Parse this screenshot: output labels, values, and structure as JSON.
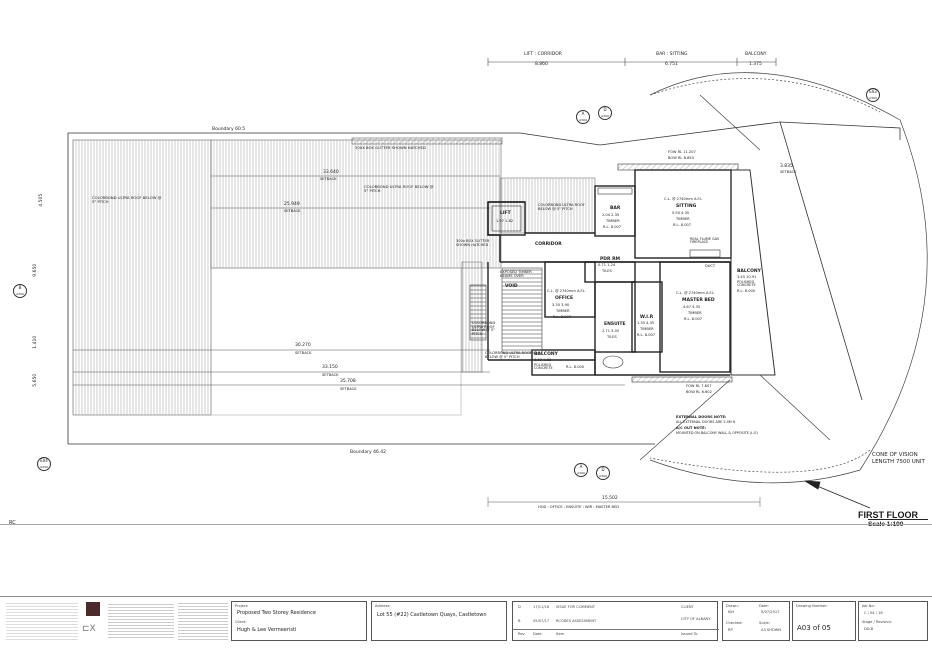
{
  "dims_top": {
    "lift_corridor_label": "LIFT : CORRIDOR",
    "lift_corridor_value": "8.860",
    "bar_sitting_label": "BAR : SITTING",
    "bar_sitting_value": "6.751",
    "balcony_label": "BALCONY",
    "balcony_value": "1.375"
  },
  "roof": {
    "boundary_top": "Boundary 60.5",
    "gutter_note_1": "300X BOX GUTTER SHOWN HATCHED",
    "colorbond_roof_1": "COLORBOND ULTRA ROOF BELOW @ 5° PITCH",
    "colorbond_roof_2": "COLORBOND ULTRA ROOF BELOW @ 5° PITCH",
    "colorbond_roof_3": "COLORBOND ULTRA ROOF BELOW @ 5° PITCH",
    "colorbond_roof_4": "COLORBOND ULTRA ROOF BELOW @ 5° PITCH",
    "gutter_note_2": "300x BOX GUTTER SHOWN HATCHED",
    "timber_beam": "EXPOSED TIMBER BEAMS OVER",
    "colorbond_roof_5": "COLORBOND ULTRA ROOF BELOW @ 5° PITCH",
    "boundary_bottom": "Boundary 46.42"
  },
  "setbacks": {
    "s1_value": "33.640",
    "s1_label": "SETBACK",
    "s2_value": "25.949",
    "s2_label": "SETBACK",
    "s3_value": "30.270",
    "s3_label": "SETBACK",
    "s4_value": "33.150",
    "s4_label": "SETBACK",
    "s5_value": "35.708",
    "s5_label": "SETBACK",
    "right_value": "3.835",
    "right_label": "SETBACK",
    "bottom_dim_value": "15.502",
    "bottom_dim_label": "HOD : OFFICE : ENSUITE : WIR : MASTER BED",
    "left_1": "4.505",
    "left_2": "9.650",
    "left_3": "1.410",
    "left_4": "5.650"
  },
  "rooms": {
    "lift": {
      "name": "LIFT",
      "dims": "1.97   1.82"
    },
    "corridor": {
      "name": "CORRIDOR"
    },
    "void": {
      "name": "VOID"
    },
    "bar": {
      "name": "BAR",
      "dims": "2.04   2.35",
      "material": "TIMBER",
      "level": "R.L. 8.007"
    },
    "sitting": {
      "name": "SITTING",
      "ceiling": "C.L. @ 2740mm A.F.L",
      "dims": "5.50   4.35",
      "material": "TIMBER",
      "level": "R.L. 8.007"
    },
    "pdr": {
      "name": "PDR RM",
      "dims": "0.71   1.24",
      "material": "TILES"
    },
    "office": {
      "name": "OFFICE",
      "ceiling": "C.L. @ 2740mm A.F.L",
      "dims": "3.30   3.90",
      "material": "TIMBER",
      "level": "R.L. 8.007"
    },
    "ensuite": {
      "name": "ENSUITE",
      "dims": "2.71   3.05",
      "material": "TILES"
    },
    "wir": {
      "name": "W.I.R",
      "dims": "1.35   4.35",
      "material": "TIMBER",
      "level": "R.L. 8.007"
    },
    "master_bed": {
      "name": "MASTER BED",
      "ceiling": "C.L. @ 2740mm A.F.L",
      "dims": "4.67   4.35",
      "material": "TIMBER",
      "level": "R.L. 8.007"
    },
    "balcony_front": {
      "name": "BALCONY",
      "dims": "3.62   1.83",
      "material": "POLISHED CONCRETE",
      "level": "R.L. 8.000"
    },
    "balcony_right": {
      "name": "BALCONY",
      "dims": "3.45   10.91",
      "material": "POLISHED CONCRETE",
      "level": "R.L. 8.000"
    }
  },
  "notes": {
    "fow_top": "FOW RL 11.207",
    "bow_top": "BOW RL 8.650",
    "fow_bottom": "FOW RL 7.807",
    "bow_bottom": "BOW RL 6.602",
    "flue": "REAL FLUME GAS FIREPLACE",
    "duct": "DUCT",
    "external_doors_title": "EXTERNAL DOORS NOTE:",
    "external_doors_body": "ALL EXTERNAL DOORS ARE 2.4M H",
    "ac_units_title": "A/C OUT NOTE:",
    "ac_units_body": "MOUNTED ON BALCONY WALL & OPPOSITE (L-E)"
  },
  "view_lines": {
    "cone_label": "CONE OF VISION",
    "cone_length": "LENGTH 7500 UNIT"
  },
  "section_tags": {
    "a_top": "A",
    "a_top_ref": "A300",
    "d_top": "D",
    "d_top_ref": "A300",
    "e_top": "E03",
    "e_top_ref": "A300",
    "b_left": "B",
    "b_left_ref": "A300",
    "e_bottom": "E04",
    "e_bottom_ref": "A300",
    "a_bottom": "A",
    "a_bottom_ref": "A300",
    "d_bottom": "D",
    "d_bottom_ref": "A300"
  },
  "drawing_title": {
    "name": "FIRST FLOOR",
    "scale": "Scale 1:100"
  },
  "margin_marker": "RC",
  "title_block": {
    "project_label": "Project:",
    "project": "Proposed Two Storey Residence",
    "client_label": "Client:",
    "client": "Hugh & Lee Vermeeristi",
    "address_label": "Address:",
    "address": "Lot 55 (#22) Castletown Quays, Castletown",
    "rev_rows": [
      {
        "rev": "D",
        "date": "17/11/16",
        "item": "ISSUE FOR COMMENT"
      },
      {
        "rev": "B",
        "date": "05/07/17",
        "item": "RCODES ASSESSMENT"
      }
    ],
    "rev_header": {
      "rev": "Rev",
      "date": "Date",
      "item": "Item"
    },
    "client_col": "CLIENT",
    "council": "CITY OF ALBANY",
    "issued_to": "Issued To",
    "drawn_label": "Drawn:",
    "drawn": "KJH",
    "date_label": "Date:",
    "date": "5/07/2017",
    "checked_label": "Checked:",
    "checked": "RP",
    "scale_label": "Scale:",
    "scale": "A3 SHOWN",
    "drawing_no_label": "Drawing Number:",
    "drawing_no": "A03 of 05",
    "job_no_label": "Job No:",
    "job_no": "C / 04 / 16",
    "stage_label": "Stage / Revision:",
    "stage": "DD-B"
  },
  "colors": {
    "line": "#333333",
    "hatch": "#888888",
    "light": "#bbbbbb"
  }
}
